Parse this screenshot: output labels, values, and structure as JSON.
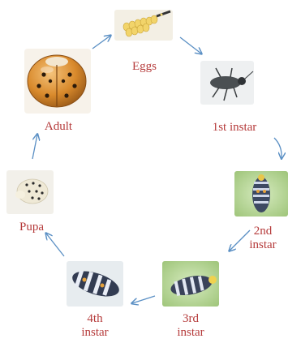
{
  "stages": [
    {
      "id": "eggs",
      "label": "Eggs",
      "icon": "egg-cluster-photo"
    },
    {
      "id": "first-instar",
      "label": "1st instar",
      "icon": "larva-photo"
    },
    {
      "id": "second-instar",
      "label": "2nd\ninstar",
      "icon": "larva-photo"
    },
    {
      "id": "third-instar",
      "label": "3rd\ninstar",
      "icon": "larva-photo"
    },
    {
      "id": "fourth-instar",
      "label": "4th\ninstar",
      "icon": "larva-photo"
    },
    {
      "id": "pupa",
      "label": "Pupa",
      "icon": "pupa-photo"
    },
    {
      "id": "adult",
      "label": "Adult",
      "icon": "ladybird-photo"
    }
  ],
  "colors": {
    "label": "#b53a3a",
    "arrow": "#5a8fc4",
    "adult_shell": "#d98a2c",
    "leaf": "#b9d89a"
  }
}
